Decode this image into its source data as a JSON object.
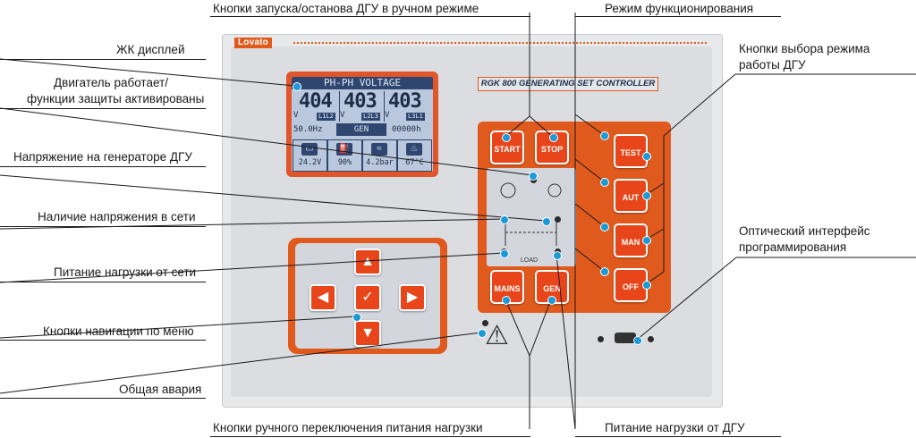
{
  "labels": {
    "lcd_display": "ЖК дисплей",
    "engine_running": "Двигатель работает/",
    "engine_running_2": "функции защиты активированы",
    "gen_voltage": "Напряжение  на генераторе ДГУ",
    "mains_voltage": "Наличие напряжения в сети",
    "load_from_mains": "Питание нагрузки от сети",
    "menu_nav": "Кнопки навигации по меню",
    "general_alarm": "Общая авария",
    "start_stop_manual": "Кнопки запуска/останова ДГУ в ручном режиме",
    "operating_mode": "Режим функционирования",
    "mode_select": "Кнопки выбора режима",
    "mode_select_2": "работы ДГУ",
    "optical_interface": "Оптический интерфейс",
    "optical_interface_2": "программирования",
    "manual_transfer": "Кнопки ручного переключения питания нагрузки",
    "load_from_gen": "Питание нагрузки от ДГУ"
  },
  "device": {
    "brand": "Lovato",
    "title": "RGK 800 GENERATING SET CONTROLLER",
    "lcd": {
      "header": "PH-PH VOLTAGE",
      "v1": "404",
      "v2": "403",
      "v3": "403",
      "unit": "V",
      "tag1": "L1L2",
      "tag2": "L2L3",
      "tag3": "L3L1",
      "freq": "50.0Hz",
      "mode": "GEN",
      "hours": "00000h",
      "battery": "24.2V",
      "fuel": "90%",
      "oil": "4.2bar",
      "temp": "67°C"
    },
    "buttons": {
      "start": "START",
      "stop": "STOP",
      "test": "TEST",
      "aut": "AUT",
      "man": "MAN",
      "off": "OFF",
      "mains": "MAINS",
      "gen": "GEN",
      "load": "LOAD"
    }
  },
  "colors": {
    "accent": "#e05a1e",
    "pointer": "#1a9ad6"
  }
}
